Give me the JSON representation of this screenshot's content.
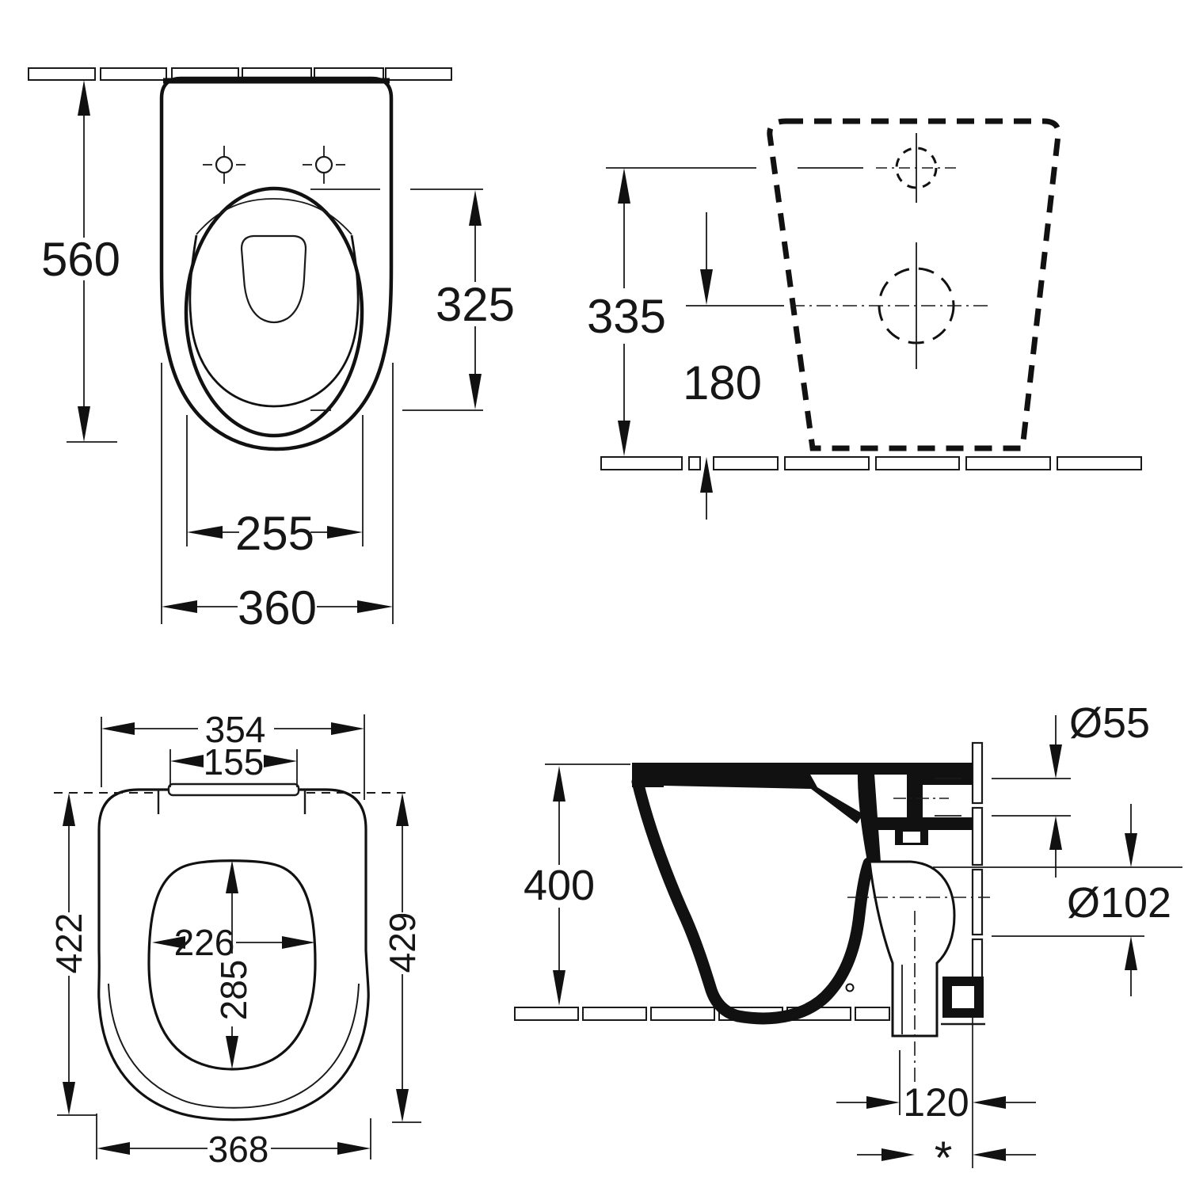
{
  "drawing_title": "Toilet technical dimension drawing, four views",
  "views": {
    "top_plan": {
      "name": "wc-top-view",
      "dims": {
        "depth": "560",
        "bowl_depth": "325",
        "bowl_width": "255",
        "width": "360"
      }
    },
    "rear": {
      "name": "wc-rear-elevation",
      "dims": {
        "inlet_height": "335",
        "outlet_height": "180"
      }
    },
    "seat": {
      "name": "seat-top-view",
      "dims": {
        "top_width": "354",
        "hinge_width": "155",
        "depth_left": "422",
        "opening_width": "226",
        "opening_depth": "285",
        "depth_right": "429",
        "bottom_width": "368"
      }
    },
    "side": {
      "name": "wc-side-section",
      "dims": {
        "height": "400",
        "inlet_diameter": "Ø55",
        "outlet_diameter": "Ø102",
        "outlet_offset": "120",
        "footnote": "*"
      }
    }
  }
}
